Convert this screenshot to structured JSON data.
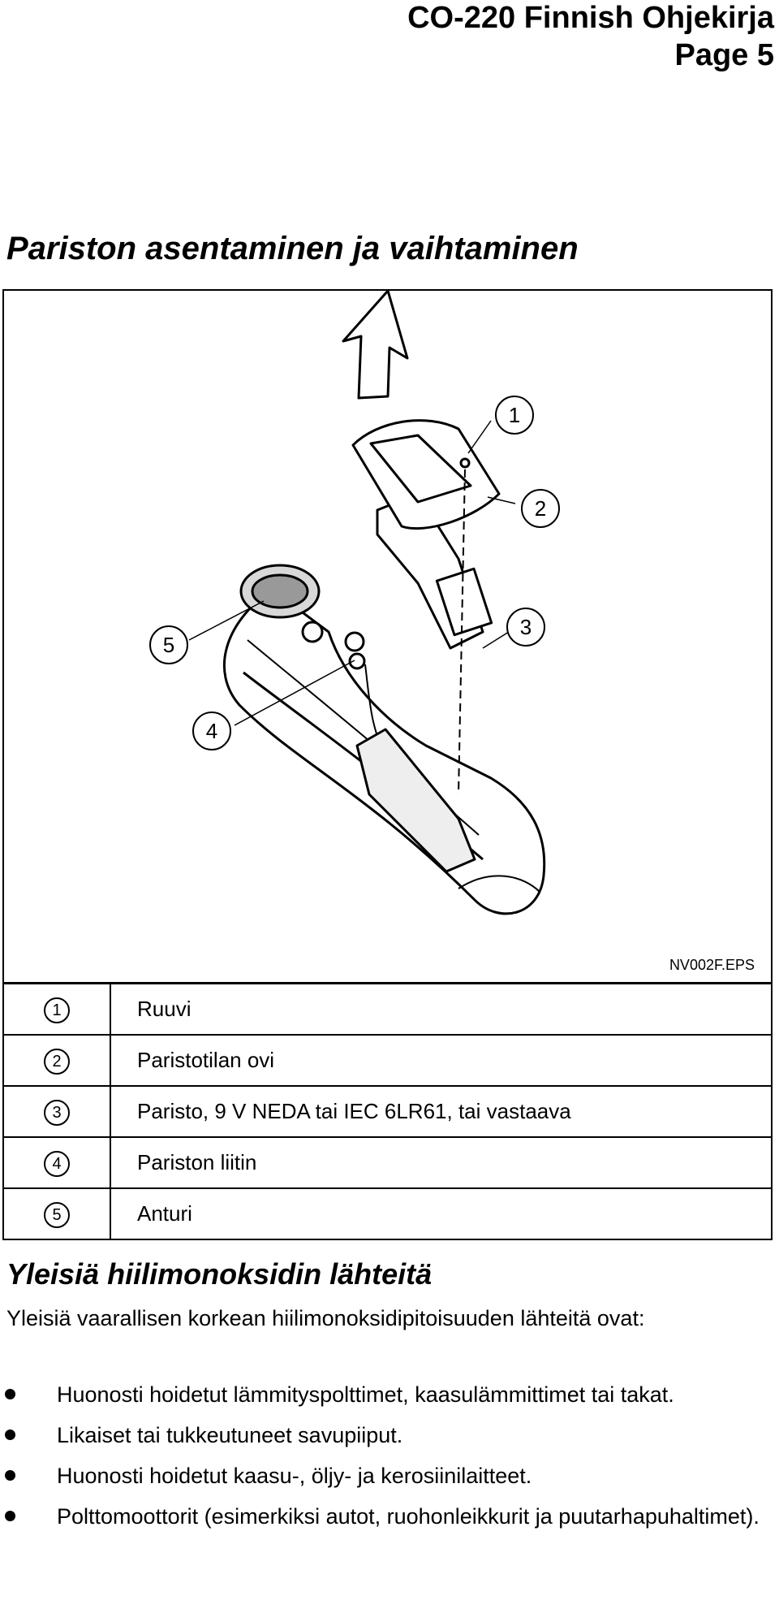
{
  "header": {
    "title": "CO-220 Finnish Ohjekirja",
    "page": "Page 5"
  },
  "section1": {
    "title": "Pariston asentaminen ja vaihtaminen"
  },
  "figure": {
    "callouts": [
      "1",
      "2",
      "3",
      "4",
      "5"
    ],
    "file_ref": "NV002F.EPS"
  },
  "legend": [
    {
      "num": "1",
      "label": "Ruuvi"
    },
    {
      "num": "2",
      "label": "Paristotilan ovi"
    },
    {
      "num": "3",
      "label": "Paristo, 9 V NEDA tai IEC 6LR61, tai vastaava"
    },
    {
      "num": "4",
      "label": "Pariston liitin"
    },
    {
      "num": "5",
      "label": "Anturi"
    }
  ],
  "section2": {
    "title": "Yleisiä hiilimonoksidin lähteitä",
    "intro": "Yleisiä vaarallisen korkean hiilimonoksidipitoisuuden lähteitä ovat:",
    "bullets": [
      "Huonosti hoidetut lämmityspolttimet, kaasulämmittimet tai takat.",
      "Likaiset tai tukkeutuneet savupiiput.",
      "Huonosti hoidetut kaasu-, öljy- ja kerosiinilaitteet.",
      "Polttomoottorit (esimerkiksi autot, ruohonleikkurit ja puutarhapuhaltimet)."
    ]
  }
}
